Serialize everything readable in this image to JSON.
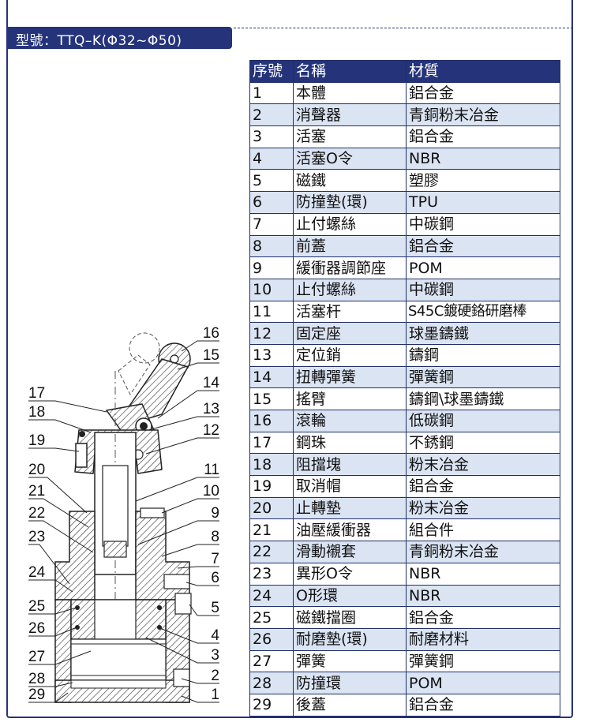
{
  "title": "型號：TTQ–K(Φ32~Φ50)",
  "table": {
    "headers": [
      "序號",
      "名稱",
      "材質"
    ],
    "rows": [
      {
        "no": "1",
        "name": "本體",
        "material": "鋁合金"
      },
      {
        "no": "2",
        "name": "消聲器",
        "material": "青銅粉末冶金"
      },
      {
        "no": "3",
        "name": "活塞",
        "material": "鋁合金"
      },
      {
        "no": "4",
        "name": "活塞O令",
        "material": "NBR"
      },
      {
        "no": "5",
        "name": "磁鐵",
        "material": "塑膠"
      },
      {
        "no": "6",
        "name": "防撞墊(環)",
        "material": "TPU"
      },
      {
        "no": "7",
        "name": "止付螺絲",
        "material": "中碳鋼"
      },
      {
        "no": "8",
        "name": "前蓋",
        "material": "鋁合金"
      },
      {
        "no": "9",
        "name": "緩衝器調節座",
        "material": "POM"
      },
      {
        "no": "10",
        "name": "止付螺絲",
        "material": "中碳鋼"
      },
      {
        "no": "11",
        "name": "活塞杆",
        "material": "S45C鍍硬鉻研磨棒"
      },
      {
        "no": "12",
        "name": "固定座",
        "material": "球墨鑄鐵"
      },
      {
        "no": "13",
        "name": "定位銷",
        "material": "鑄鋼"
      },
      {
        "no": "14",
        "name": "扭轉彈簧",
        "material": "彈簧鋼"
      },
      {
        "no": "15",
        "name": "搖臂",
        "material": "鑄鋼\\球墨鑄鐵"
      },
      {
        "no": "16",
        "name": "滾輪",
        "material": "低碳鋼"
      },
      {
        "no": "17",
        "name": "鋼珠",
        "material": "不銹鋼"
      },
      {
        "no": "18",
        "name": "阻擋塊",
        "material": "粉末冶金"
      },
      {
        "no": "19",
        "name": "取消帽",
        "material": "鋁合金"
      },
      {
        "no": "20",
        "name": "止轉墊",
        "material": "粉末冶金"
      },
      {
        "no": "21",
        "name": "油壓緩衝器",
        "material": "組合件"
      },
      {
        "no": "22",
        "name": "滑動襯套",
        "material": "青銅粉末冶金"
      },
      {
        "no": "23",
        "name": "異形O令",
        "material": "NBR"
      },
      {
        "no": "24",
        "name": "O形環",
        "material": "NBR"
      },
      {
        "no": "25",
        "name": "磁鐵擋圈",
        "material": "鋁合金"
      },
      {
        "no": "26",
        "name": "耐磨墊(環)",
        "material": "耐磨材料"
      },
      {
        "no": "27",
        "name": "彈簧",
        "material": "彈簧鋼"
      },
      {
        "no": "28",
        "name": "防撞環",
        "material": "POM"
      },
      {
        "no": "29",
        "name": "後蓋",
        "material": "鋁合金"
      }
    ]
  },
  "diagram": {
    "left_labels": [
      "17",
      "18",
      "19",
      "20",
      "21",
      "22",
      "23",
      "24",
      "25",
      "26",
      "27",
      "28",
      "29"
    ],
    "right_labels": [
      "16",
      "15",
      "14",
      "13",
      "12",
      "11",
      "10",
      "9",
      "8",
      "7",
      "6",
      "5",
      "4",
      "3",
      "2",
      "1"
    ]
  },
  "colors": {
    "brand": "#24337a",
    "row_alt": "#dbe4f3",
    "hatch": "#333333"
  }
}
